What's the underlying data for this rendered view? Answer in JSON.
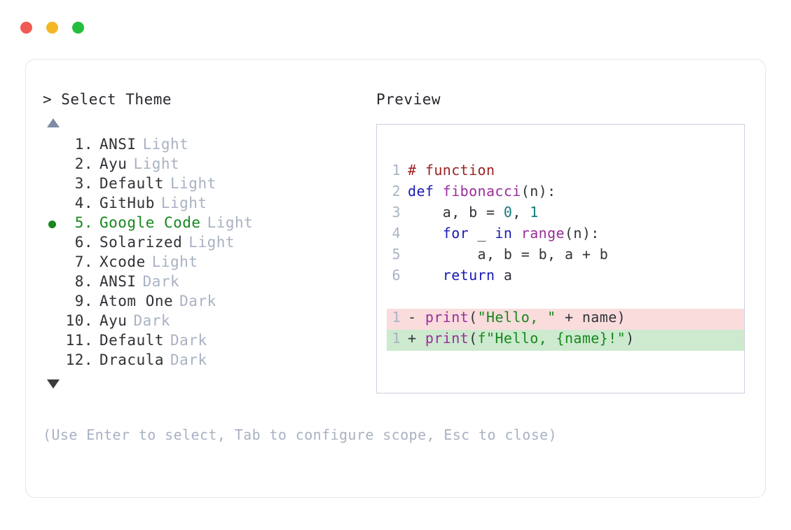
{
  "window": {
    "dots": [
      {
        "name": "close-button",
        "color": "#f05a52"
      },
      {
        "name": "minimize-button",
        "color": "#f5b626"
      },
      {
        "name": "maximize-button",
        "color": "#25be3c"
      }
    ]
  },
  "picker": {
    "prompt": "> Select Theme",
    "scroll_up": "▲",
    "scroll_down": "▼",
    "selected_index": 5,
    "items": [
      {
        "index": "1.",
        "name": "ANSI",
        "variant": "Light",
        "selected": false
      },
      {
        "index": "2.",
        "name": "Ayu",
        "variant": "Light",
        "selected": false
      },
      {
        "index": "3.",
        "name": "Default",
        "variant": "Light",
        "selected": false
      },
      {
        "index": "4.",
        "name": "GitHub",
        "variant": "Light",
        "selected": false
      },
      {
        "index": "5.",
        "name": "Google Code",
        "variant": "Light",
        "selected": true
      },
      {
        "index": "6.",
        "name": "Solarized",
        "variant": "Light",
        "selected": false
      },
      {
        "index": "7.",
        "name": "Xcode",
        "variant": "Light",
        "selected": false
      },
      {
        "index": "8.",
        "name": "ANSI",
        "variant": "Dark",
        "selected": false
      },
      {
        "index": "9.",
        "name": "Atom One",
        "variant": "Dark",
        "selected": false
      },
      {
        "index": "10.",
        "name": "Ayu",
        "variant": "Dark",
        "selected": false
      },
      {
        "index": "11.",
        "name": "Default",
        "variant": "Dark",
        "selected": false
      },
      {
        "index": "12.",
        "name": "Dracula",
        "variant": "Dark",
        "selected": false
      }
    ]
  },
  "hint": "(Use Enter to select, Tab to configure scope, Esc to close)",
  "preview": {
    "title": "Preview",
    "code_lines": [
      {
        "ln": "1",
        "kind": "normal",
        "tokens": [
          {
            "t": "# function",
            "c": "tok-comment"
          }
        ]
      },
      {
        "ln": "2",
        "kind": "normal",
        "tokens": [
          {
            "t": "def",
            "c": "tok-keyword"
          },
          {
            "t": " ",
            "c": "tok-plain"
          },
          {
            "t": "fibonacci",
            "c": "tok-func"
          },
          {
            "t": "(n):",
            "c": "tok-plain"
          }
        ]
      },
      {
        "ln": "3",
        "kind": "normal",
        "tokens": [
          {
            "t": "    a, b = ",
            "c": "tok-plain"
          },
          {
            "t": "0",
            "c": "tok-number"
          },
          {
            "t": ", ",
            "c": "tok-plain"
          },
          {
            "t": "1",
            "c": "tok-number"
          }
        ]
      },
      {
        "ln": "4",
        "kind": "normal",
        "tokens": [
          {
            "t": "    ",
            "c": "tok-plain"
          },
          {
            "t": "for",
            "c": "tok-keyword"
          },
          {
            "t": " _ ",
            "c": "tok-plain"
          },
          {
            "t": "in",
            "c": "tok-keyword"
          },
          {
            "t": " ",
            "c": "tok-plain"
          },
          {
            "t": "range",
            "c": "tok-func"
          },
          {
            "t": "(n):",
            "c": "tok-plain"
          }
        ]
      },
      {
        "ln": "5",
        "kind": "normal",
        "tokens": [
          {
            "t": "        a, b = b, a + b",
            "c": "tok-plain"
          }
        ]
      },
      {
        "ln": "6",
        "kind": "normal",
        "tokens": [
          {
            "t": "    ",
            "c": "tok-plain"
          },
          {
            "t": "return",
            "c": "tok-keyword"
          },
          {
            "t": " a",
            "c": "tok-plain"
          }
        ]
      },
      {
        "ln": "",
        "kind": "spacer",
        "tokens": []
      },
      {
        "ln": "1",
        "kind": "diff-del",
        "tokens": [
          {
            "t": "- ",
            "c": "tok-marker"
          },
          {
            "t": "print",
            "c": "tok-func"
          },
          {
            "t": "(",
            "c": "tok-plain"
          },
          {
            "t": "\"Hello, \"",
            "c": "tok-string"
          },
          {
            "t": " + name)",
            "c": "tok-plain"
          }
        ]
      },
      {
        "ln": "1",
        "kind": "diff-add",
        "tokens": [
          {
            "t": "+ ",
            "c": "tok-marker"
          },
          {
            "t": "print",
            "c": "tok-func"
          },
          {
            "t": "(",
            "c": "tok-plain"
          },
          {
            "t": "f\"Hello, {name}!\"",
            "c": "tok-string"
          },
          {
            "t": ")",
            "c": "tok-plain"
          }
        ]
      }
    ]
  }
}
